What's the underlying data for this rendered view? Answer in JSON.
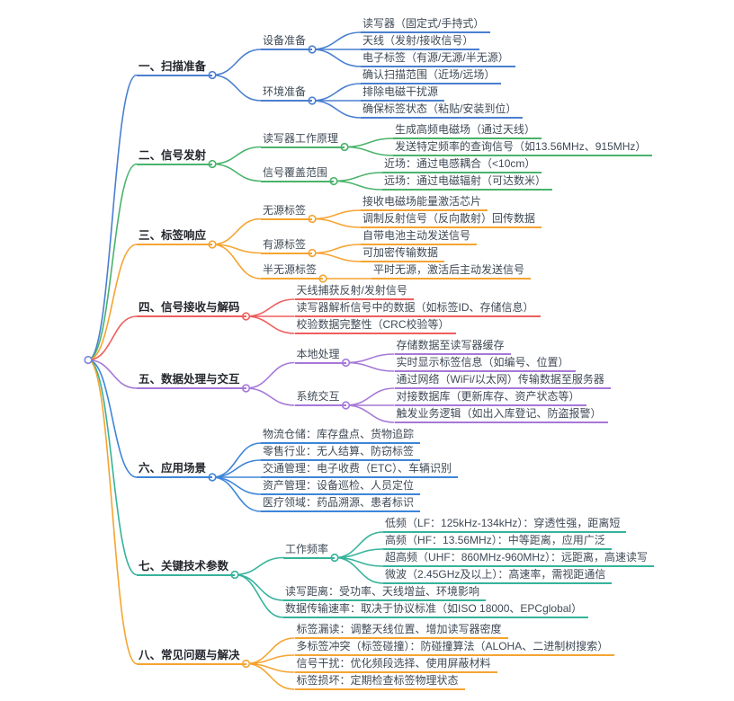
{
  "root_color": "#7a86d8",
  "root": {
    "label": "",
    "children": [
      {
        "label": "一、扫描准备",
        "color": "#4a7fd0",
        "children": [
          {
            "label": "设备准备",
            "children": [
              {
                "label": "读写器（固定式/手持式）"
              },
              {
                "label": "天线（发射/接收信号）"
              },
              {
                "label": "电子标签（有源/无源/半无源）"
              }
            ]
          },
          {
            "label": "环境准备",
            "children": [
              {
                "label": "确认扫描范围（近场/远场）"
              },
              {
                "label": "排除电磁干扰源"
              },
              {
                "label": "确保标签状态（粘贴/安装到位）"
              }
            ]
          }
        ]
      },
      {
        "label": "二、信号发射",
        "color": "#49b36b",
        "children": [
          {
            "label": "读写器工作原理",
            "children": [
              {
                "label": "生成高频电磁场（通过天线）"
              },
              {
                "label": "发送特定频率的查询信号（如13.56MHz、915MHz）"
              }
            ]
          },
          {
            "label": "信号覆盖范围",
            "children": [
              {
                "label": "近场：通过电感耦合（<10cm）"
              },
              {
                "label": "远场：通过电磁辐射（可达数米）"
              }
            ]
          }
        ]
      },
      {
        "label": "三、标签响应",
        "color": "#f5a431",
        "children": [
          {
            "label": "无源标签",
            "children": [
              {
                "label": "接收电磁场能量激活芯片"
              },
              {
                "label": "调制反射信号（反向散射）回传数据"
              }
            ]
          },
          {
            "label": "有源标签",
            "children": [
              {
                "label": "自带电池主动发送信号"
              },
              {
                "label": "可加密传输数据"
              }
            ]
          },
          {
            "label": "半无源标签",
            "children": [
              {
                "label": "平时无源，激活后主动发送信号"
              }
            ]
          }
        ]
      },
      {
        "label": "四、信号接收与解码",
        "color": "#ef5e5e",
        "children": [
          {
            "label": "天线捕获反射/发射信号"
          },
          {
            "label": "读写器解析信号中的数据（如标签ID、存储信息）"
          },
          {
            "label": "校验数据完整性（CRC校验等）"
          }
        ]
      },
      {
        "label": "五、数据处理与交互",
        "color": "#a678d8",
        "children": [
          {
            "label": "本地处理",
            "children": [
              {
                "label": "存储数据至读写器缓存"
              },
              {
                "label": "实时显示标签信息（如编号、位置）"
              }
            ]
          },
          {
            "label": "系统交互",
            "children": [
              {
                "label": "通过网络（WiFi/以太网）传输数据至服务器"
              },
              {
                "label": "对接数据库（更新库存、资产状态等）"
              },
              {
                "label": "触发业务逻辑（如出入库登记、防盗报警）"
              }
            ]
          }
        ]
      },
      {
        "label": "六、应用场景",
        "color": "#3d85d8",
        "children": [
          {
            "label": "物流仓储：库存盘点、货物追踪"
          },
          {
            "label": "零售行业：无人结算、防窃标签"
          },
          {
            "label": "交通管理：电子收费（ETC）、车辆识别"
          },
          {
            "label": "资产管理：设备巡检、人员定位"
          },
          {
            "label": "医疗领域：药品溯源、患者标识"
          }
        ]
      },
      {
        "label": "七、关键技术参数",
        "color": "#35b39b",
        "children": [
          {
            "label": "工作频率",
            "children": [
              {
                "label": "低频（LF：125kHz-134kHz）：穿透性强，距离短"
              },
              {
                "label": "高频（HF：13.56MHz）：中等距离，应用广泛"
              },
              {
                "label": "超高频（UHF：860MHz-960MHz）：远距离，高速读写"
              },
              {
                "label": "微波（2.45GHz及以上）：高速率，需视距通信"
              }
            ]
          },
          {
            "label": "读写距离：受功率、天线增益、环境影响"
          },
          {
            "label": "数据传输速率：取决于协议标准（如ISO 18000、EPCglobal）"
          }
        ]
      },
      {
        "label": "八、常见问题与解决",
        "color": "#f5a431",
        "children": [
          {
            "label": "标签漏读：调整天线位置、增加读写器密度"
          },
          {
            "label": "多标签冲突（标签碰撞）：防碰撞算法（ALOHA、二进制树搜索）"
          },
          {
            "label": "信号干扰：优化频段选择、使用屏蔽材料"
          },
          {
            "label": "标签损坏：定期检查标签物理状态"
          }
        ]
      }
    ]
  }
}
